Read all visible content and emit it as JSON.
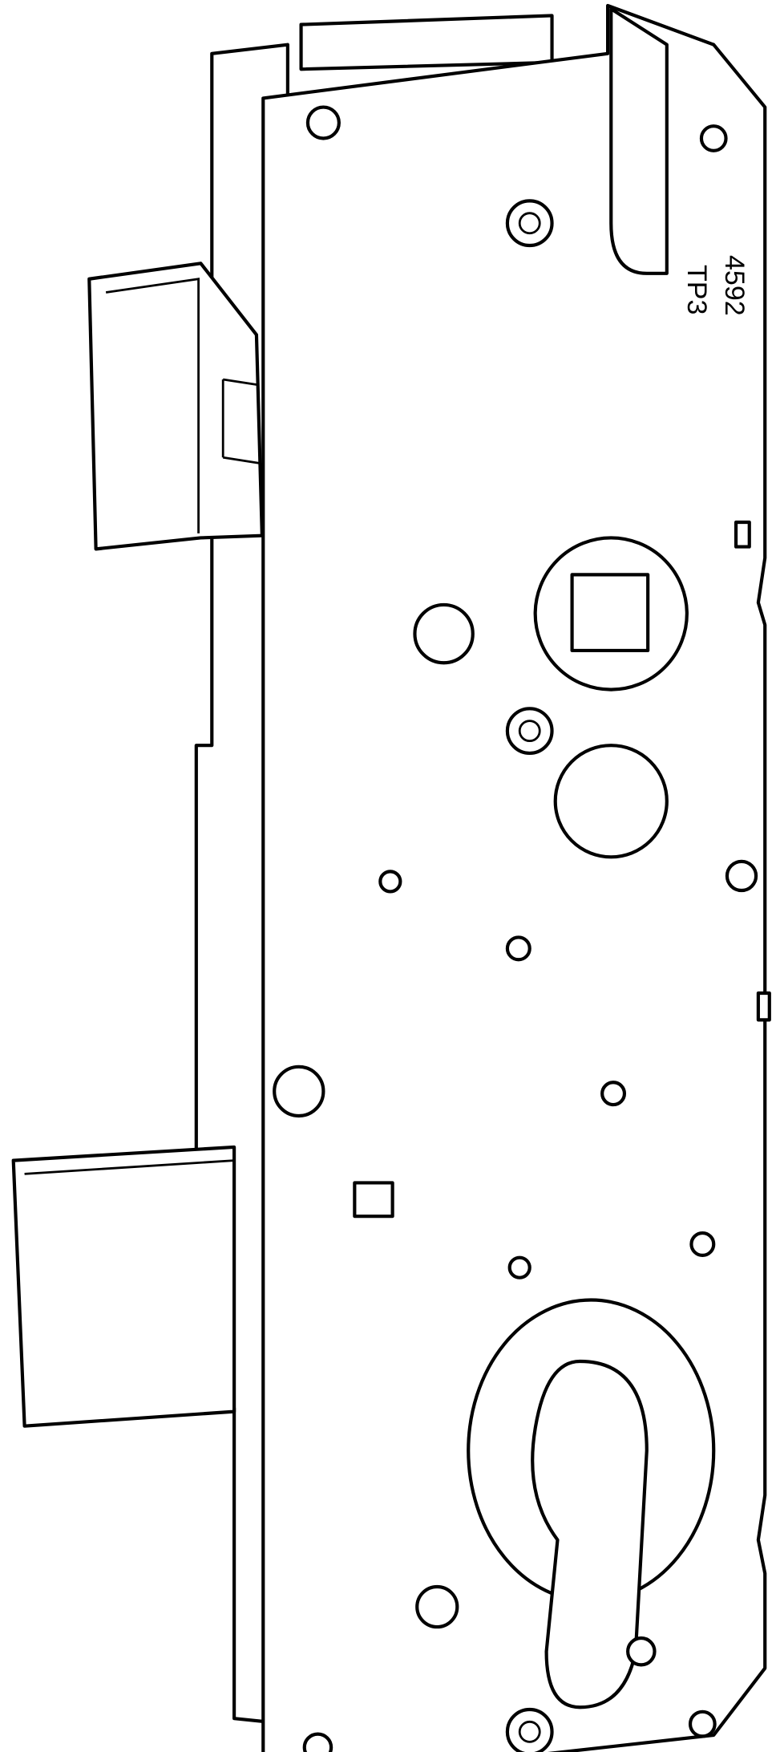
{
  "diagram": {
    "subject": "mortise lock case",
    "labels": {
      "part_number": "4592",
      "variant": "TP3"
    },
    "colors": {
      "line": "#000000",
      "fill": "#ffffff"
    }
  }
}
